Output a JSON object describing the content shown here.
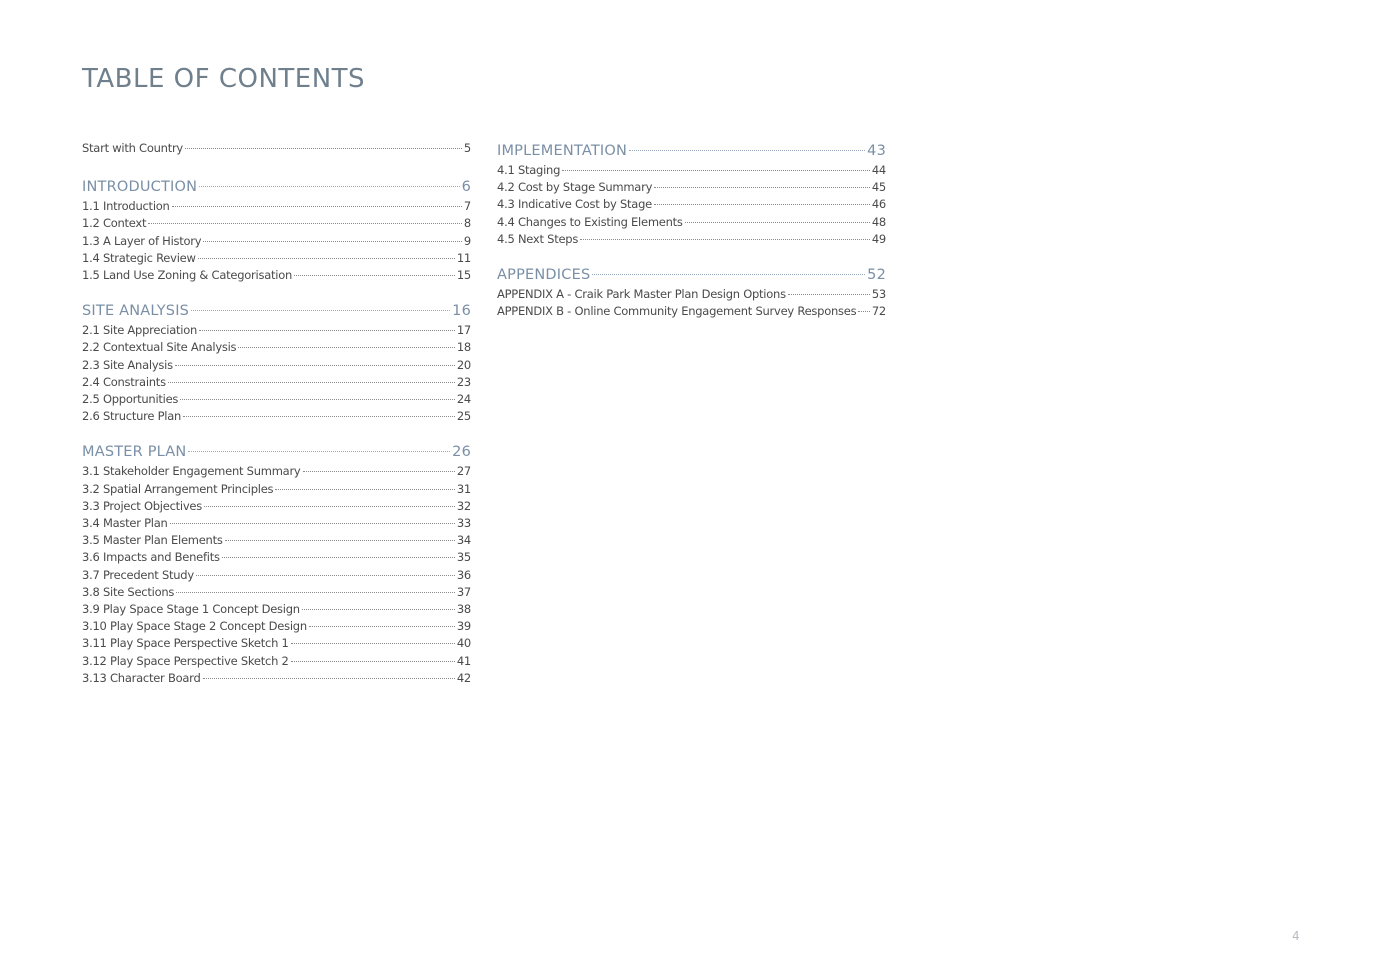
{
  "title": "TABLE OF CONTENTS",
  "page_number": "4",
  "left": {
    "start": {
      "label": "Start with Country",
      "page": "5"
    },
    "sections": [
      {
        "heading": "INTRODUCTION",
        "page": "6",
        "items": [
          {
            "label": "1.1 Introduction",
            "page": "7"
          },
          {
            "label": "1.2 Context",
            "page": "8"
          },
          {
            "label": "1.3 A Layer of History",
            "page": "9"
          },
          {
            "label": "1.4 Strategic Review",
            "page": "11"
          },
          {
            "label": "1.5 Land Use Zoning & Categorisation",
            "page": "15"
          }
        ]
      },
      {
        "heading": "SITE ANALYSIS",
        "page": "16",
        "items": [
          {
            "label": "2.1 Site Appreciation",
            "page": "17"
          },
          {
            "label": "2.2 Contextual Site Analysis",
            "page": "18"
          },
          {
            "label": "2.3 Site Analysis",
            "page": "20"
          },
          {
            "label": "2.4 Constraints",
            "page": "23"
          },
          {
            "label": "2.5 Opportunities",
            "page": "24"
          },
          {
            "label": "2.6 Structure Plan",
            "page": "25"
          }
        ]
      },
      {
        "heading": "MASTER PLAN",
        "page": "26",
        "items": [
          {
            "label": "3.1 Stakeholder Engagement Summary",
            "page": "27"
          },
          {
            "label": "3.2 Spatial Arrangement Principles",
            "page": "31"
          },
          {
            "label": "3.3 Project Objectives",
            "page": "32"
          },
          {
            "label": "3.4 Master Plan",
            "page": "33"
          },
          {
            "label": "3.5 Master Plan Elements",
            "page": "34"
          },
          {
            "label": "3.6 Impacts and Benefits",
            "page": "35"
          },
          {
            "label": "3.7 Precedent Study",
            "page": "36"
          },
          {
            "label": "3.8 Site Sections",
            "page": "37"
          },
          {
            "label": "3.9 Play Space Stage 1 Concept Design",
            "page": "38"
          },
          {
            "label": "3.10 Play Space Stage 2 Concept Design",
            "page": "39"
          },
          {
            "label": "3.11 Play Space Perspective Sketch 1",
            "page": "40"
          },
          {
            "label": "3.12 Play Space Perspective Sketch 2",
            "page": "41"
          },
          {
            "label": "3.13 Character Board",
            "page": "42"
          }
        ]
      }
    ]
  },
  "right": {
    "sections": [
      {
        "heading": "IMPLEMENTATION",
        "page": "43",
        "items": [
          {
            "label": "4.1 Staging",
            "page": "44"
          },
          {
            "label": "4.2 Cost by Stage Summary",
            "page": "45"
          },
          {
            "label": "4.3 Indicative Cost by Stage",
            "page": "46"
          },
          {
            "label": "4.4 Changes to Existing Elements",
            "page": "48"
          },
          {
            "label": "4.5 Next Steps",
            "page": "49"
          }
        ]
      },
      {
        "heading": "APPENDICES",
        "page": "52",
        "items": [
          {
            "label": "APPENDIX A - Craik Park Master Plan Design Options",
            "page": "53"
          },
          {
            "label": "APPENDIX B - Online Community Engagement Survey Responses",
            "page": "72"
          }
        ]
      }
    ]
  }
}
